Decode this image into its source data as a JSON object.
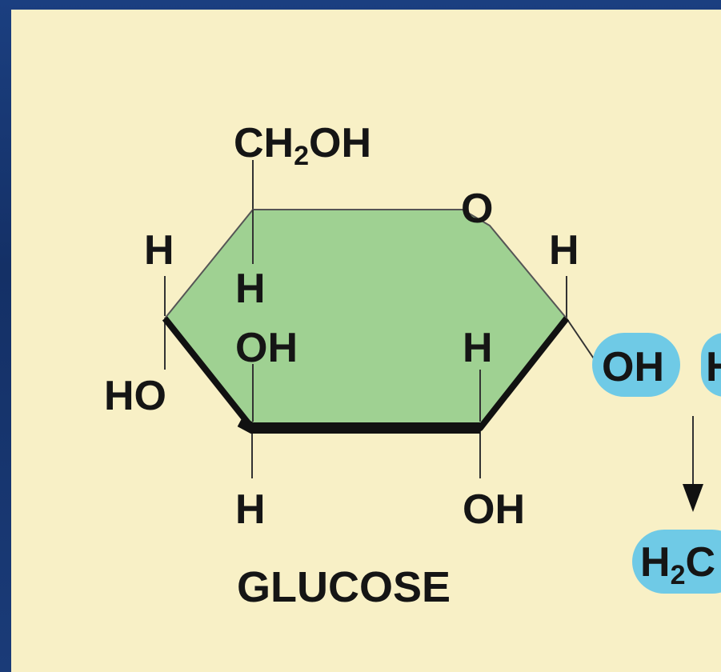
{
  "labels": {
    "ch2oh_main": "CH",
    "ch2oh_sub": "2",
    "ch2oh_end": "OH",
    "ring_oxygen": "O",
    "h_left_top": "H",
    "ho_left": "HO",
    "h_c4_top": "H",
    "oh_c4": "OH",
    "h_c4_bottom": "H",
    "h_c2": "H",
    "oh_c2": "OH",
    "h_c1": "H",
    "oh_c1": "OH",
    "h_partial": "H",
    "h2o_main": "H",
    "h2o_sub": "2",
    "h2o_end": "C"
  },
  "caption": "GLUCOSE",
  "colors": {
    "ring_fill": "#9fd192",
    "highlight_fill": "#6fcae6",
    "background": "#f8f0c6"
  }
}
